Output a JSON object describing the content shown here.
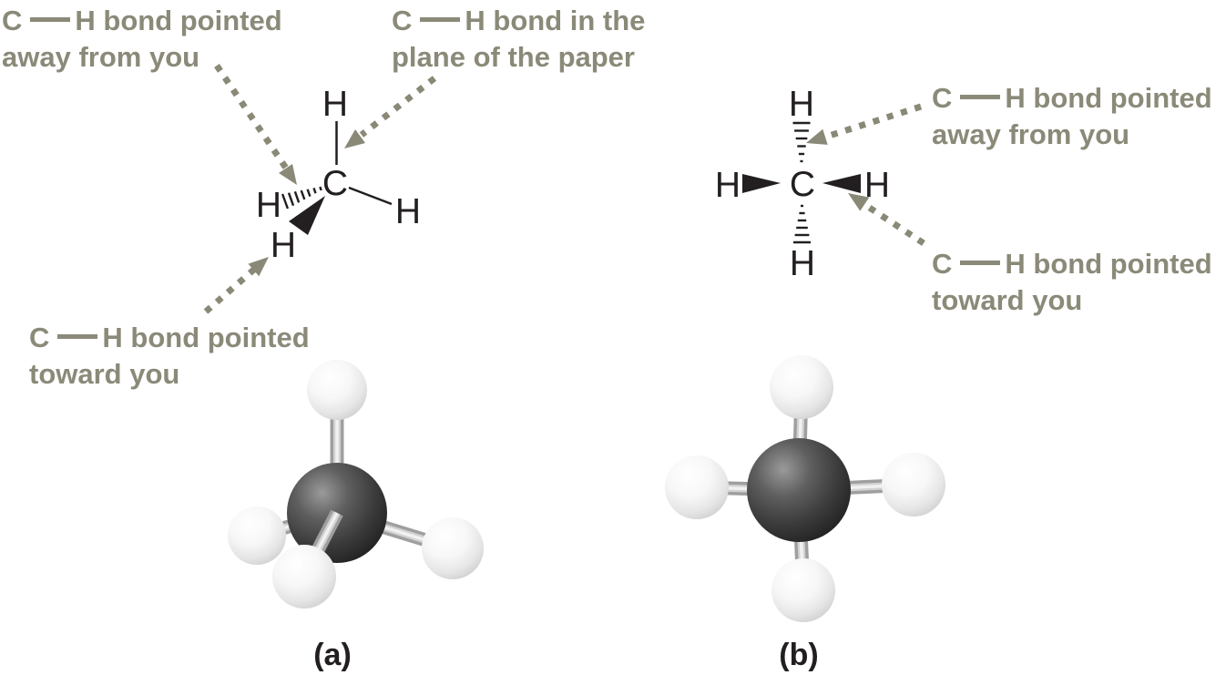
{
  "figure": {
    "caption_a": "(a)",
    "caption_b": "(b)"
  },
  "annotations": {
    "left_away": {
      "c": "C",
      "rest": "H bond pointed",
      "line2": "away from you"
    },
    "left_plane": {
      "c": "C",
      "rest": "H bond in the",
      "line2": "plane of the paper"
    },
    "left_toward": {
      "c": "C",
      "rest": "H bond pointed",
      "line2": "toward you"
    },
    "right_away": {
      "c": "C",
      "rest": "H bond pointed",
      "line2": "away from you"
    },
    "right_toward": {
      "c": "C",
      "rest": "H bond pointed",
      "line2": "toward you"
    }
  },
  "structure_a": {
    "top": "H",
    "center": "C",
    "left": "H",
    "front": "H",
    "right": "H"
  },
  "structure_b": {
    "top": "H",
    "center": "C",
    "left": "H",
    "right": "H",
    "bottom": "H"
  },
  "colors": {
    "annotation_text": "#8b8a79",
    "arrow": "#8a8977",
    "structure_ink": "#231f20",
    "carbon_sphere": "#3c3c3c",
    "hydrogen_sphere": "#ececec",
    "bond_stick": "#b5b5b5",
    "background": "#ffffff"
  }
}
